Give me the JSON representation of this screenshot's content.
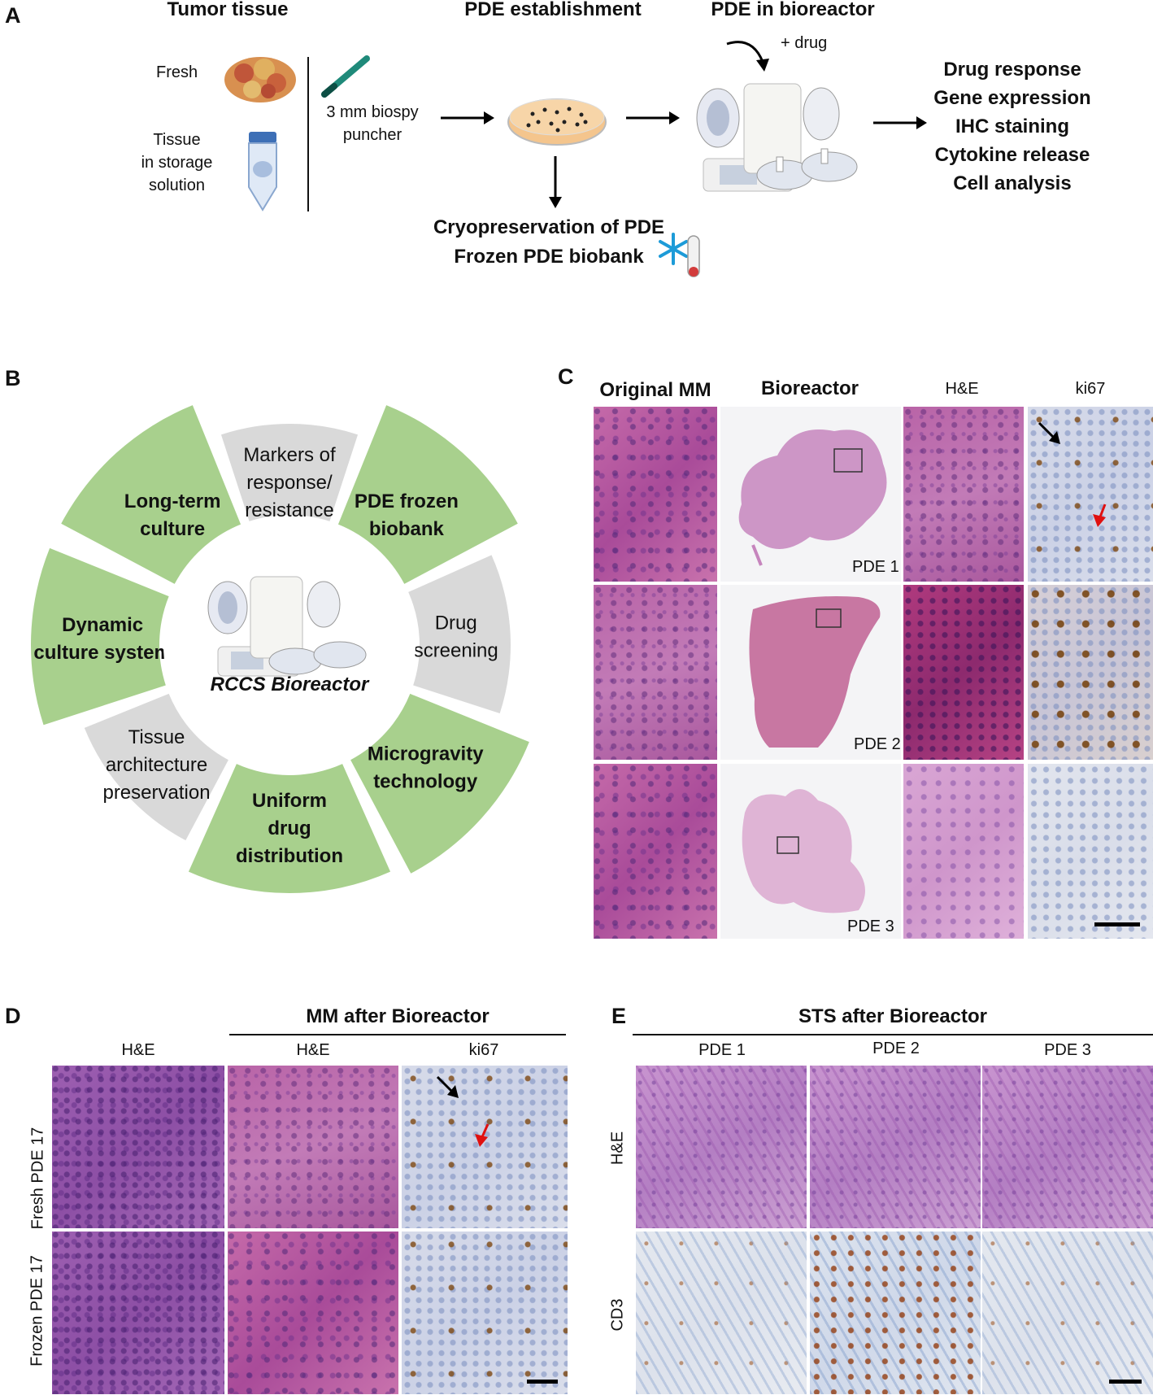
{
  "panel_a": {
    "letter": "A",
    "tumor_tissue": "Tumor tissue",
    "fresh": "Fresh",
    "tissue_storage": [
      "Tissue",
      "in storage",
      "solution"
    ],
    "biopsy": [
      "3 mm biospy",
      "puncher"
    ],
    "pde_establishment": "PDE establishment",
    "pde_bioreactor": "PDE in bioreactor",
    "drug": "+ drug",
    "cryo": [
      "Cryopreservation of PDE",
      "Frozen PDE biobank"
    ],
    "outputs": [
      "Drug response",
      "Gene expression",
      "IHC staining",
      "Cytokine release",
      "Cell analysis"
    ]
  },
  "panel_b": {
    "letter": "B",
    "center_label": "RCCS Bioreactor",
    "segments": [
      {
        "lines": [
          "Long-term",
          "culture"
        ],
        "color": "#a8d08d"
      },
      {
        "lines": [
          "Markers of",
          "response/",
          "resistance"
        ],
        "color": "#d9d9d9"
      },
      {
        "lines": [
          "PDE frozen",
          "biobank"
        ],
        "color": "#a8d08d"
      },
      {
        "lines": [
          "Drug",
          "screening"
        ],
        "color": "#d9d9d9"
      },
      {
        "lines": [
          "Microgravity",
          "technology"
        ],
        "color": "#a8d08d"
      },
      {
        "lines": [
          "Uniform",
          "drug",
          "distribution"
        ],
        "color": "#a8d08d"
      },
      {
        "lines": [
          "Tissue",
          "architecture",
          "preservation"
        ],
        "color": "#d9d9d9"
      },
      {
        "lines": [
          "Dynamic",
          "culture system"
        ],
        "color": "#a8d08d"
      }
    ]
  },
  "panel_c": {
    "letter": "C",
    "headers": [
      "Original MM",
      "Bioreactor",
      "H&E",
      "ki67"
    ],
    "rows": [
      "PDE 1",
      "PDE 2",
      "PDE 3"
    ]
  },
  "panel_d": {
    "letter": "D",
    "group_title": "MM after Bioreactor",
    "columns": [
      "H&E",
      "H&E",
      "ki67"
    ],
    "rows": [
      "Fresh PDE 17",
      "Frozen PDE 17"
    ]
  },
  "panel_e": {
    "letter": "E",
    "group_title": "STS after Bioreactor",
    "columns": [
      "PDE 1",
      "PDE 2",
      "PDE 3"
    ],
    "rows": [
      "H&E",
      "CD3"
    ]
  }
}
